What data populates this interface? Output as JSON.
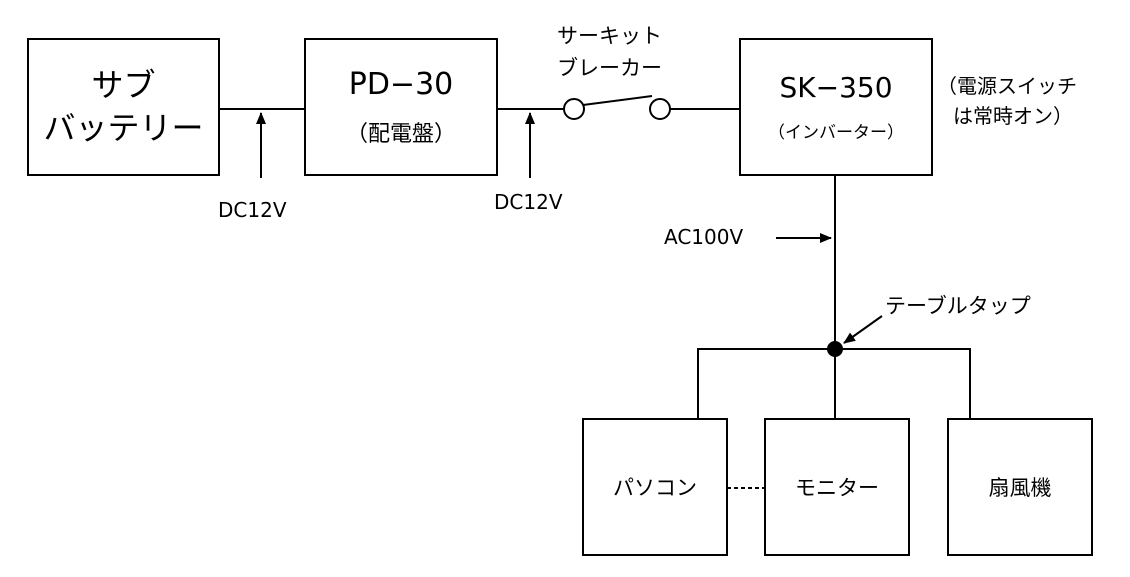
{
  "blocks": {
    "sub_battery": {
      "line1": "サブ",
      "line2": "バッテリー"
    },
    "pd30": {
      "name": "PD−30",
      "sub": "（配電盤）"
    },
    "sk350": {
      "name": "SK−350",
      "sub": "（インバーター）"
    },
    "pc": {
      "label": "パソコン"
    },
    "monitor": {
      "label": "モニター"
    },
    "fan": {
      "label": "扇風機"
    }
  },
  "labels": {
    "dc_1": "DC12V",
    "dc_2": "DC12V",
    "ac": "AC100V",
    "breaker_line1": "サーキット",
    "breaker_line2": "ブレーカー",
    "power_note_line1": "（電源スイッチ",
    "power_note_line2": "は常時オン）",
    "table_tap": "テーブルタップ"
  }
}
